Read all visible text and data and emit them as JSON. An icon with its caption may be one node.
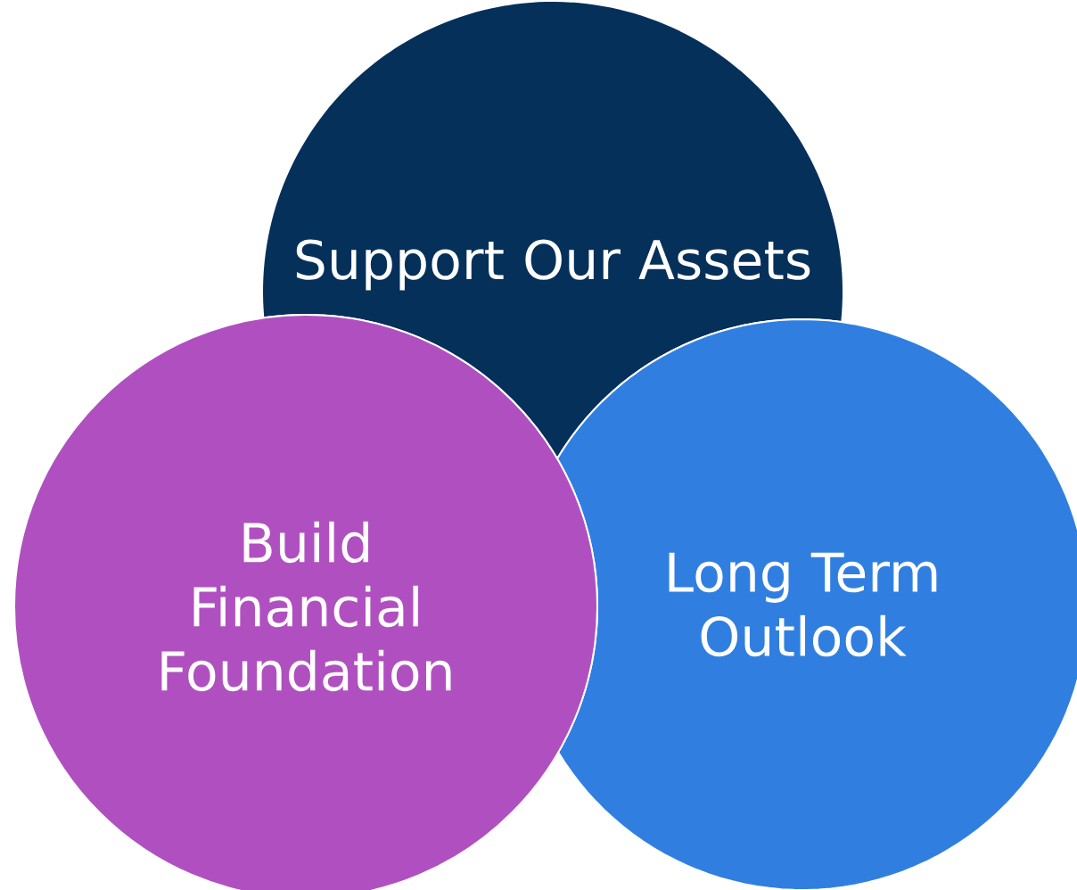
{
  "diagram": {
    "nodes": [
      {
        "text": [
          "Support Our Assets"
        ]
      },
      {
        "text": [
          "Long Term Outlook"
        ]
      },
      {
        "text": [
          "Build Financial Foundation"
        ]
      }
    ]
  }
}
